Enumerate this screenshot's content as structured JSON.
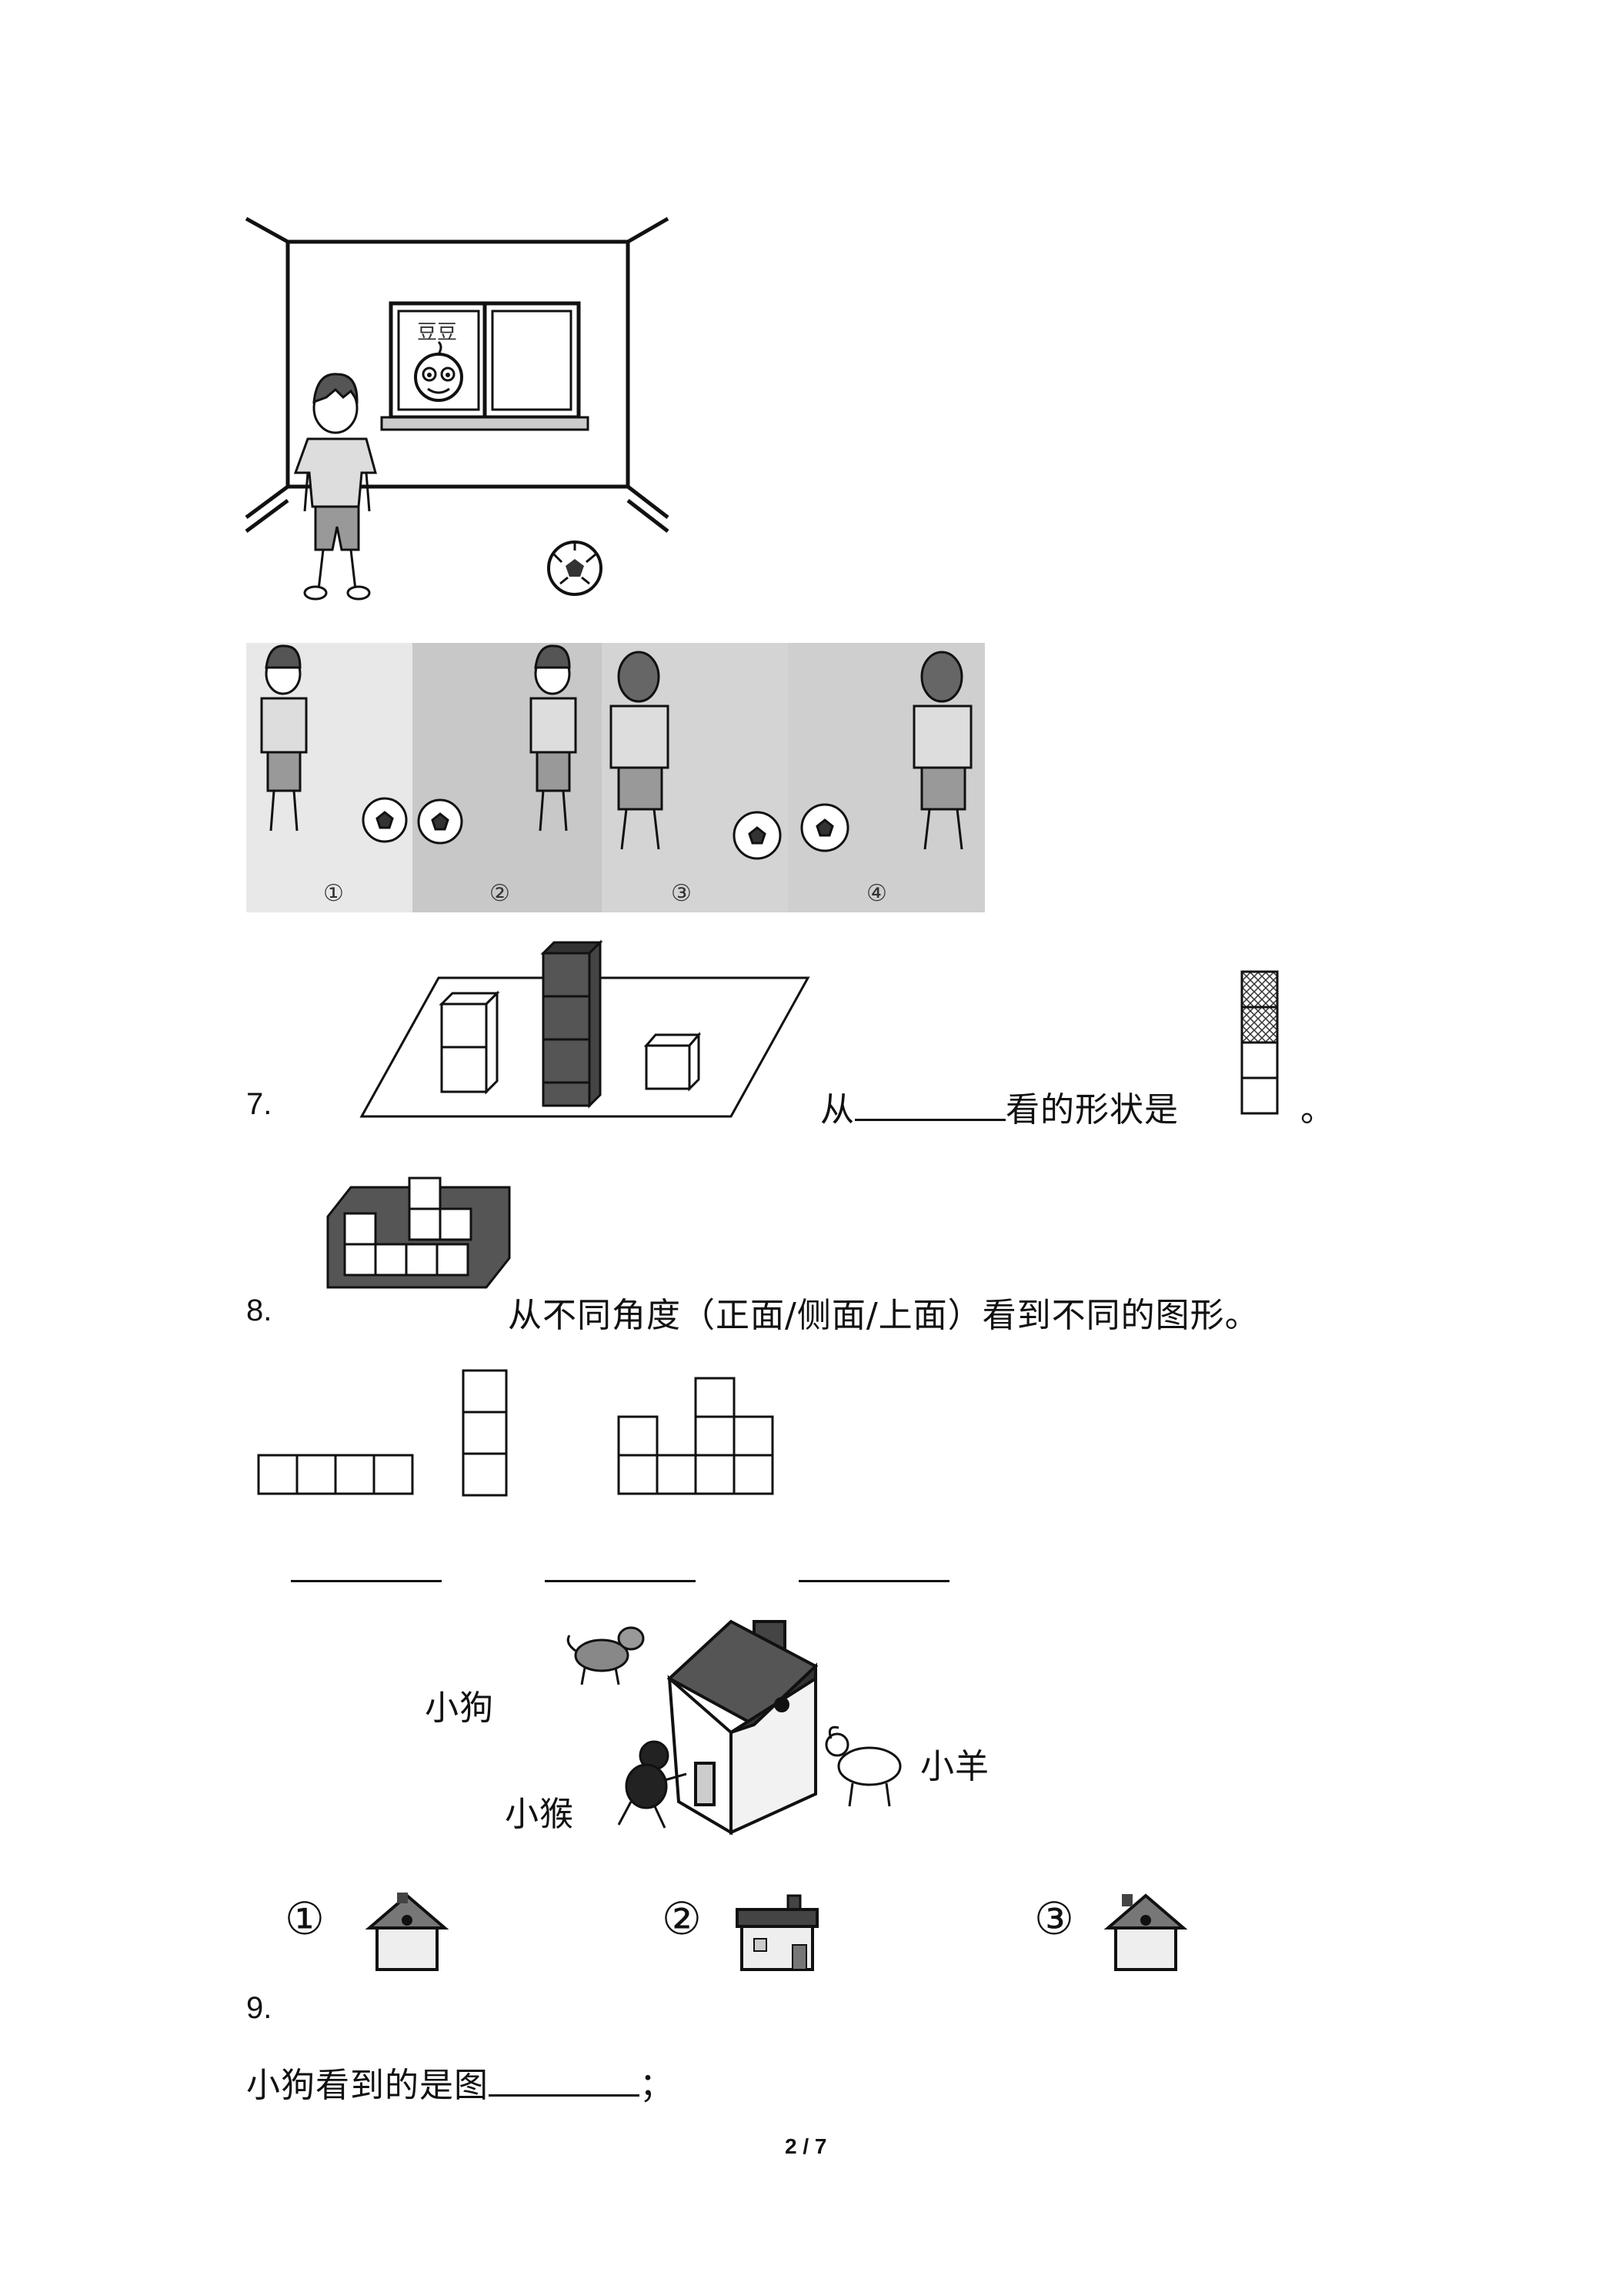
{
  "page_indicator": "2 / 7",
  "doudou_sign": "豆豆",
  "options_scene": {
    "labels": [
      "①",
      "②",
      "③",
      "④"
    ]
  },
  "q7": {
    "number": "7.",
    "prefix": "从",
    "suffix": "看的形状是",
    "end": "。"
  },
  "q8": {
    "number": "8.",
    "text": "从不同角度（正面/侧面/上面）看到不同的图形。"
  },
  "q9": {
    "number": "9.",
    "animals": {
      "dog": "小狗",
      "monkey": "小猴",
      "sheep": "小羊"
    },
    "options": [
      "①",
      "②",
      "③"
    ],
    "question_prefix": "小狗看到的是图",
    "question_end": "；"
  }
}
